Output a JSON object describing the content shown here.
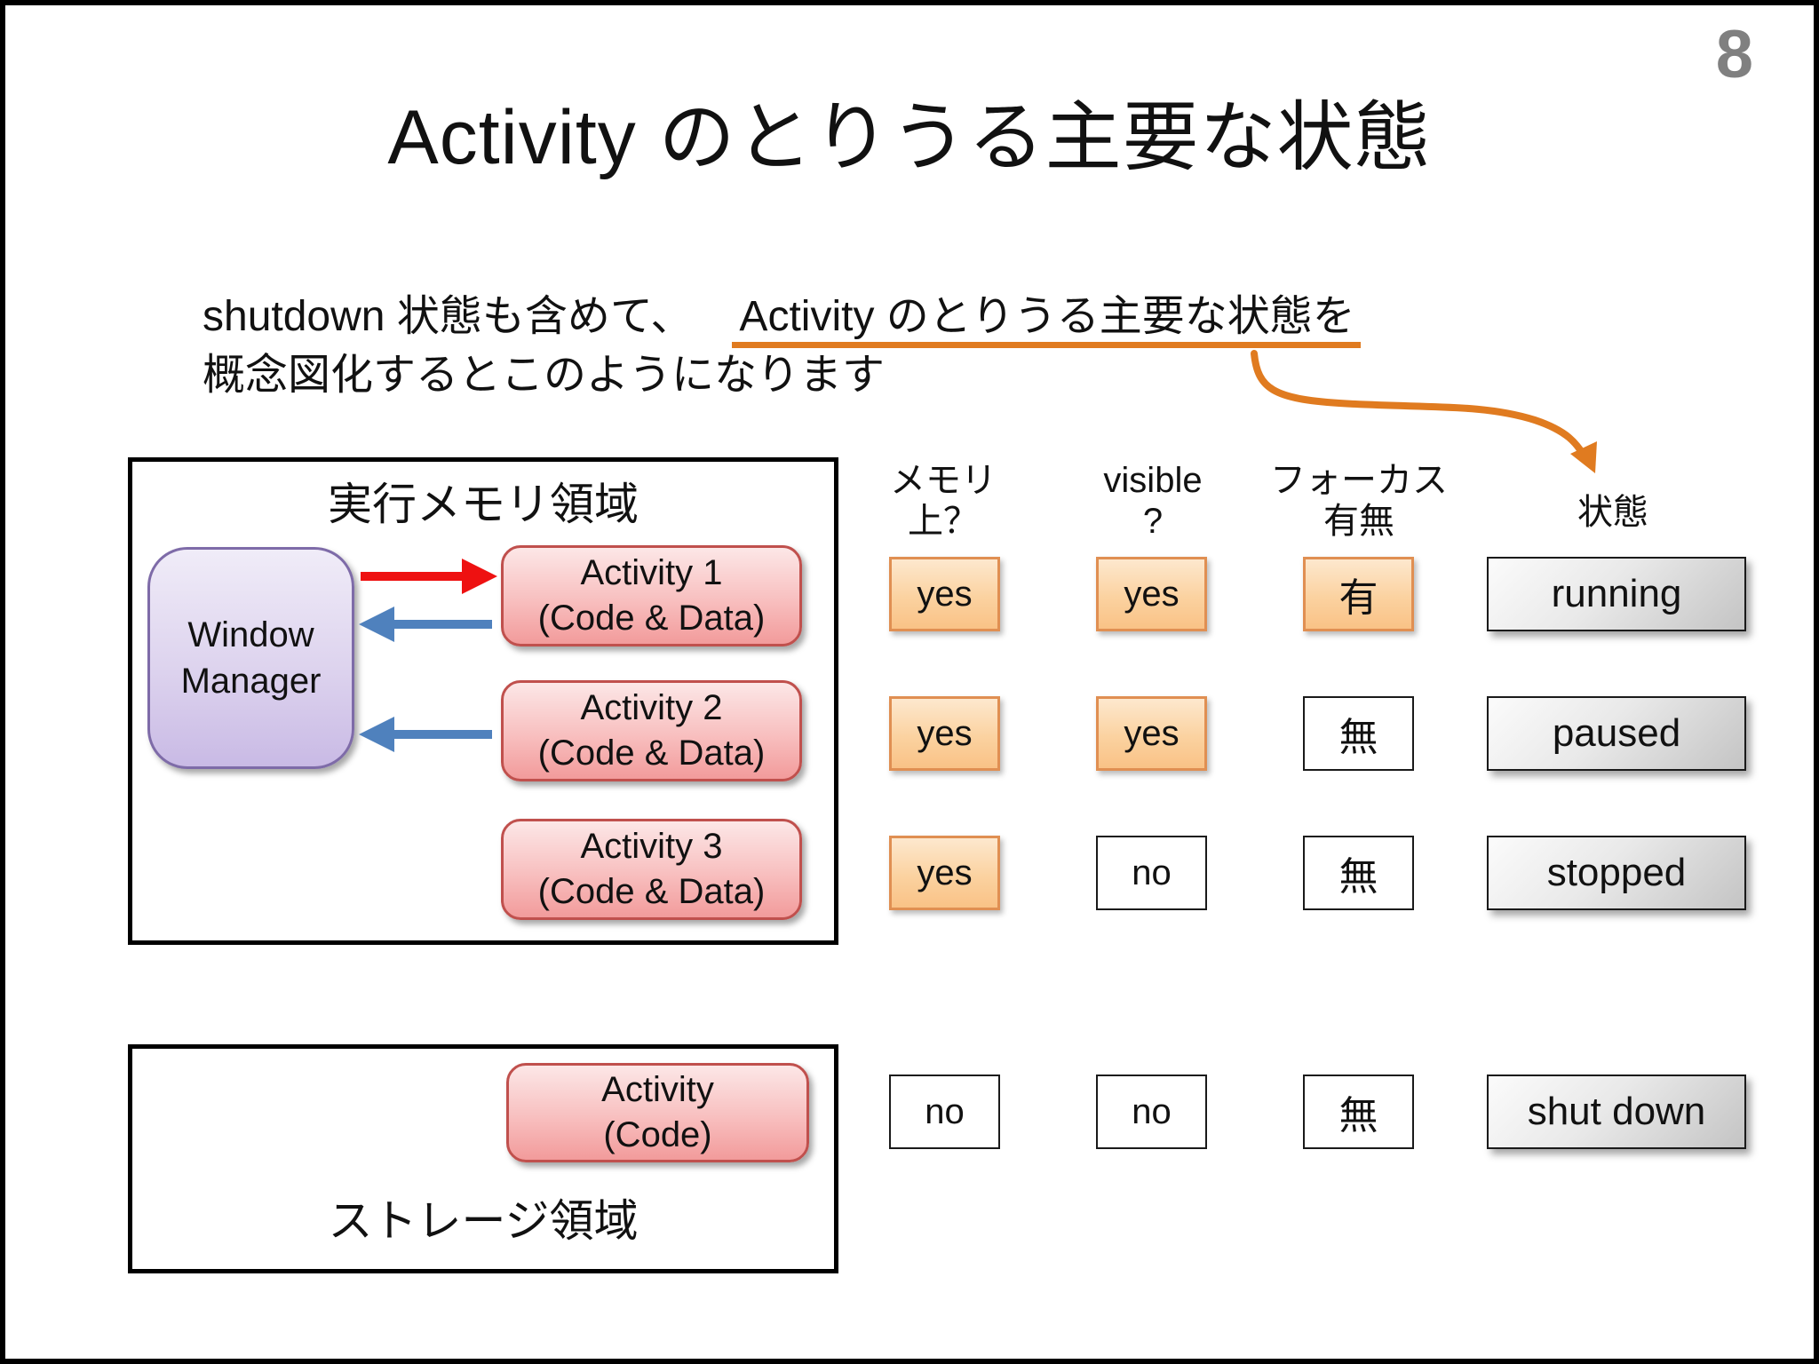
{
  "page_number": "8",
  "title": "Activity のとりうる主要な状態",
  "description": {
    "line1_prefix": "shutdown 状態も含めて、",
    "line1_underlined": "Activity のとりうる主要な状態を",
    "line2": "概念図化するとこのようになります"
  },
  "memory_region": {
    "label": "実行メモリ領域",
    "window_manager": "Window\nManager",
    "activities": [
      {
        "line1": "Activity 1",
        "line2": "(Code & Data)"
      },
      {
        "line1": "Activity 2",
        "line2": "(Code & Data)"
      },
      {
        "line1": "Activity 3",
        "line2": "(Code & Data)"
      }
    ],
    "arrows": [
      {
        "name": "red-arrow",
        "from": "Window Manager",
        "to": "Activity 1",
        "color": "#EE1111"
      },
      {
        "name": "blue-arrow-1",
        "from": "Activity 1",
        "to": "Window Manager",
        "color": "#4F81BD"
      },
      {
        "name": "blue-arrow-2",
        "from": "Activity 2",
        "to": "Window Manager",
        "color": "#4F81BD"
      }
    ]
  },
  "storage_region": {
    "label": "ストレージ領域",
    "activity": {
      "line1": "Activity",
      "line2": "(Code)"
    }
  },
  "table": {
    "headers": [
      {
        "line1": "メモリ",
        "line2": "上？"
      },
      {
        "line1": "visible",
        "line2": "?"
      },
      {
        "line1": "フォーカス",
        "line2": "有無"
      },
      {
        "line1": "状態",
        "line2": ""
      }
    ],
    "rows": [
      {
        "cells": [
          {
            "value": "yes",
            "highlighted": true
          },
          {
            "value": "yes",
            "highlighted": true
          },
          {
            "value": "有",
            "highlighted": true
          }
        ],
        "state": "running"
      },
      {
        "cells": [
          {
            "value": "yes",
            "highlighted": true
          },
          {
            "value": "yes",
            "highlighted": true
          },
          {
            "value": "無",
            "highlighted": false
          }
        ],
        "state": "paused"
      },
      {
        "cells": [
          {
            "value": "yes",
            "highlighted": true
          },
          {
            "value": "no",
            "highlighted": false
          },
          {
            "value": "無",
            "highlighted": false
          }
        ],
        "state": "stopped"
      },
      {
        "cells": [
          {
            "value": "no",
            "highlighted": false
          },
          {
            "value": "no",
            "highlighted": false
          },
          {
            "value": "無",
            "highlighted": false
          }
        ],
        "state": "shut down"
      }
    ]
  },
  "colors": {
    "annotation_orange": "#E07B20",
    "arrow_red": "#EE1111",
    "arrow_blue": "#4F81BD",
    "highlight_cell_fill": "#FBD2A0",
    "highlight_cell_border": "#E08F52",
    "state_cell_fill": "#D9D9D9",
    "pink_box_border": "#C0504D",
    "purple_box_border": "#7E6BA8",
    "page_number_gray": "#808080"
  }
}
